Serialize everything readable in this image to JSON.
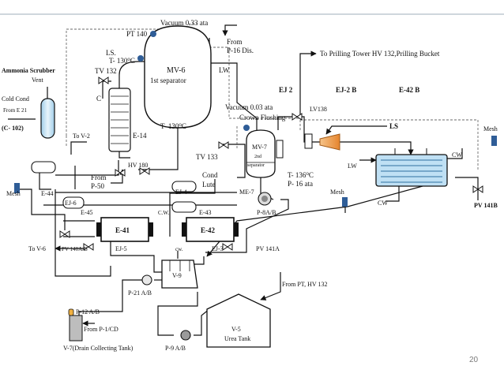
{
  "slide": {
    "page_number": "20"
  },
  "labels": {
    "vacuum_top": "Vacuum 0.33 ata",
    "pt140": "PT 140",
    "from": "From",
    "p16dis": "P-16 Dis.",
    "ls_top": "LS.",
    "t130_top": "T- 130",
    "tv132": "TV 132",
    "mv6": "MV-6",
    "first_sep": "1st separator",
    "c_label": "C",
    "lw_top": "LW",
    "e14": "E-14",
    "t130_bot": "T-  130",
    "ammonia_scrubber": "Ammonia Scrubber",
    "vent": "Vent",
    "cold_cond": "Cold Cond",
    "from_e21": "From E 21",
    "c102": "(C- 102)",
    "to_v2": "To V-2",
    "to_prilling": "To Prilling Tower HV 132,Prilling Bucket",
    "ej2": "EJ 2",
    "ej2b": "EJ-2 B",
    "e42b": "E-42 B",
    "vacuum_mid": "Vacuum 0.03 ata",
    "lv138": "LV138",
    "crown_flushing": "Crown Flushing",
    "ls_mid": "LS",
    "mesh_right": "Mesh",
    "cw_right_top": "CW",
    "lw_mid": "LW",
    "mv7": "MV-7",
    "second_sep_a": "2nd",
    "second_sep_b": "separator",
    "tv133": "TV 133",
    "t136": "T- 136",
    "p16ata": "P- 16 ata",
    "cond": "Cond",
    "lute": "Lute",
    "hv180": "HV 180",
    "from_p50_a": "From",
    "from_p50_b": "P-50",
    "mesh_left": "Mesh",
    "e44": "E-44",
    "ej6": "EJ-6",
    "e45": "E-45",
    "ej4": "EJ-4",
    "cw_a": "C.W.",
    "e43": "E-43",
    "me7": "ME-7",
    "p8ab": "P-8A/B",
    "mesh_mid": "Mesh",
    "cw_right_bot": "CW",
    "pv141b": "PV 141B",
    "e41": "E-41",
    "e42": "E-42",
    "to_v6": "To V-6",
    "pv140ab": "PV 140A/B",
    "ej5": "EJ-5",
    "cw_b": "cw.",
    "ej3": "EJ-3",
    "pv141a": "PV 141A",
    "v9": "V-9",
    "p21ab": "P-21 A/B",
    "from_pt": "From PT, HV 132",
    "p12ab": "P-12 A/B",
    "from_p1cd": "From P-1/CD",
    "v7_drain": "V-7(Drain Collecting Tank)",
    "v5": "V-5",
    "urea_tank": "Urea Tank",
    "p9ab": "P-9 A/B"
  },
  "colors": {
    "vessel_fill": "#cfe6f6",
    "cooler_fill": "#bfe0f4",
    "orange_flash": "#f2a65a",
    "pump_gray": "#9a9a9a",
    "transmitter_blue": "#2f5d97",
    "drain_tank_gray": "#bdbdbd",
    "p12_orange": "#f0b040",
    "dashed_line": "#6a6a6a"
  },
  "icons": [
    "pump-icon",
    "valve-icon",
    "level-transmitter-icon",
    "mesh-icon"
  ]
}
